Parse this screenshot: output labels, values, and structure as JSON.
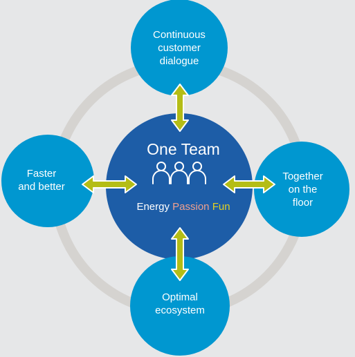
{
  "diagram": {
    "center": {
      "title": "One Team",
      "words": [
        {
          "text": "Energy",
          "color": "#ffffff"
        },
        {
          "text": "Passion",
          "color": "#f0a08e"
        },
        {
          "text": "Fun",
          "color": "#e3d022"
        }
      ],
      "icon": "three-people-outline-icon"
    },
    "nodes": {
      "top": "Continuous\ncustomer\ndialogue",
      "left": "Faster\nand better",
      "right": "Together\non the\nfloor",
      "bottom": "Optimal\necosystem"
    },
    "colors": {
      "background": "#e6e7e8",
      "ring": "#d5d3d0",
      "outer_circle": "#0097d0",
      "center_circle": "#1d5da7",
      "arrow": "#b4bd16"
    }
  }
}
